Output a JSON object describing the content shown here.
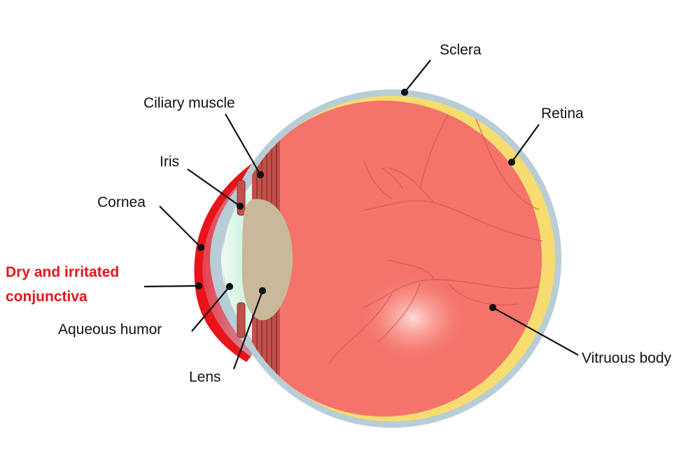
{
  "labels": {
    "sclera": "Sclera",
    "retina": "Retina",
    "ciliary_muscle": "Ciliary muscle",
    "iris": "Iris",
    "cornea": "Cornea",
    "conjunctiva_line1": "Dry and irritated",
    "conjunctiva_line2": "conjunctiva",
    "aqueous_humor": "Aqueous humor",
    "lens": "Lens",
    "vitreous_body": "Vitruous body"
  },
  "colors": {
    "sclera": "#b8cdd6",
    "retina": "#f7dc6f",
    "vitreous": "#f4736b",
    "lens": "#c9b99a",
    "aqueous": "#dff7ea",
    "muscle": "#b84a45",
    "conjunctiva_highlight": "#e8141b"
  }
}
